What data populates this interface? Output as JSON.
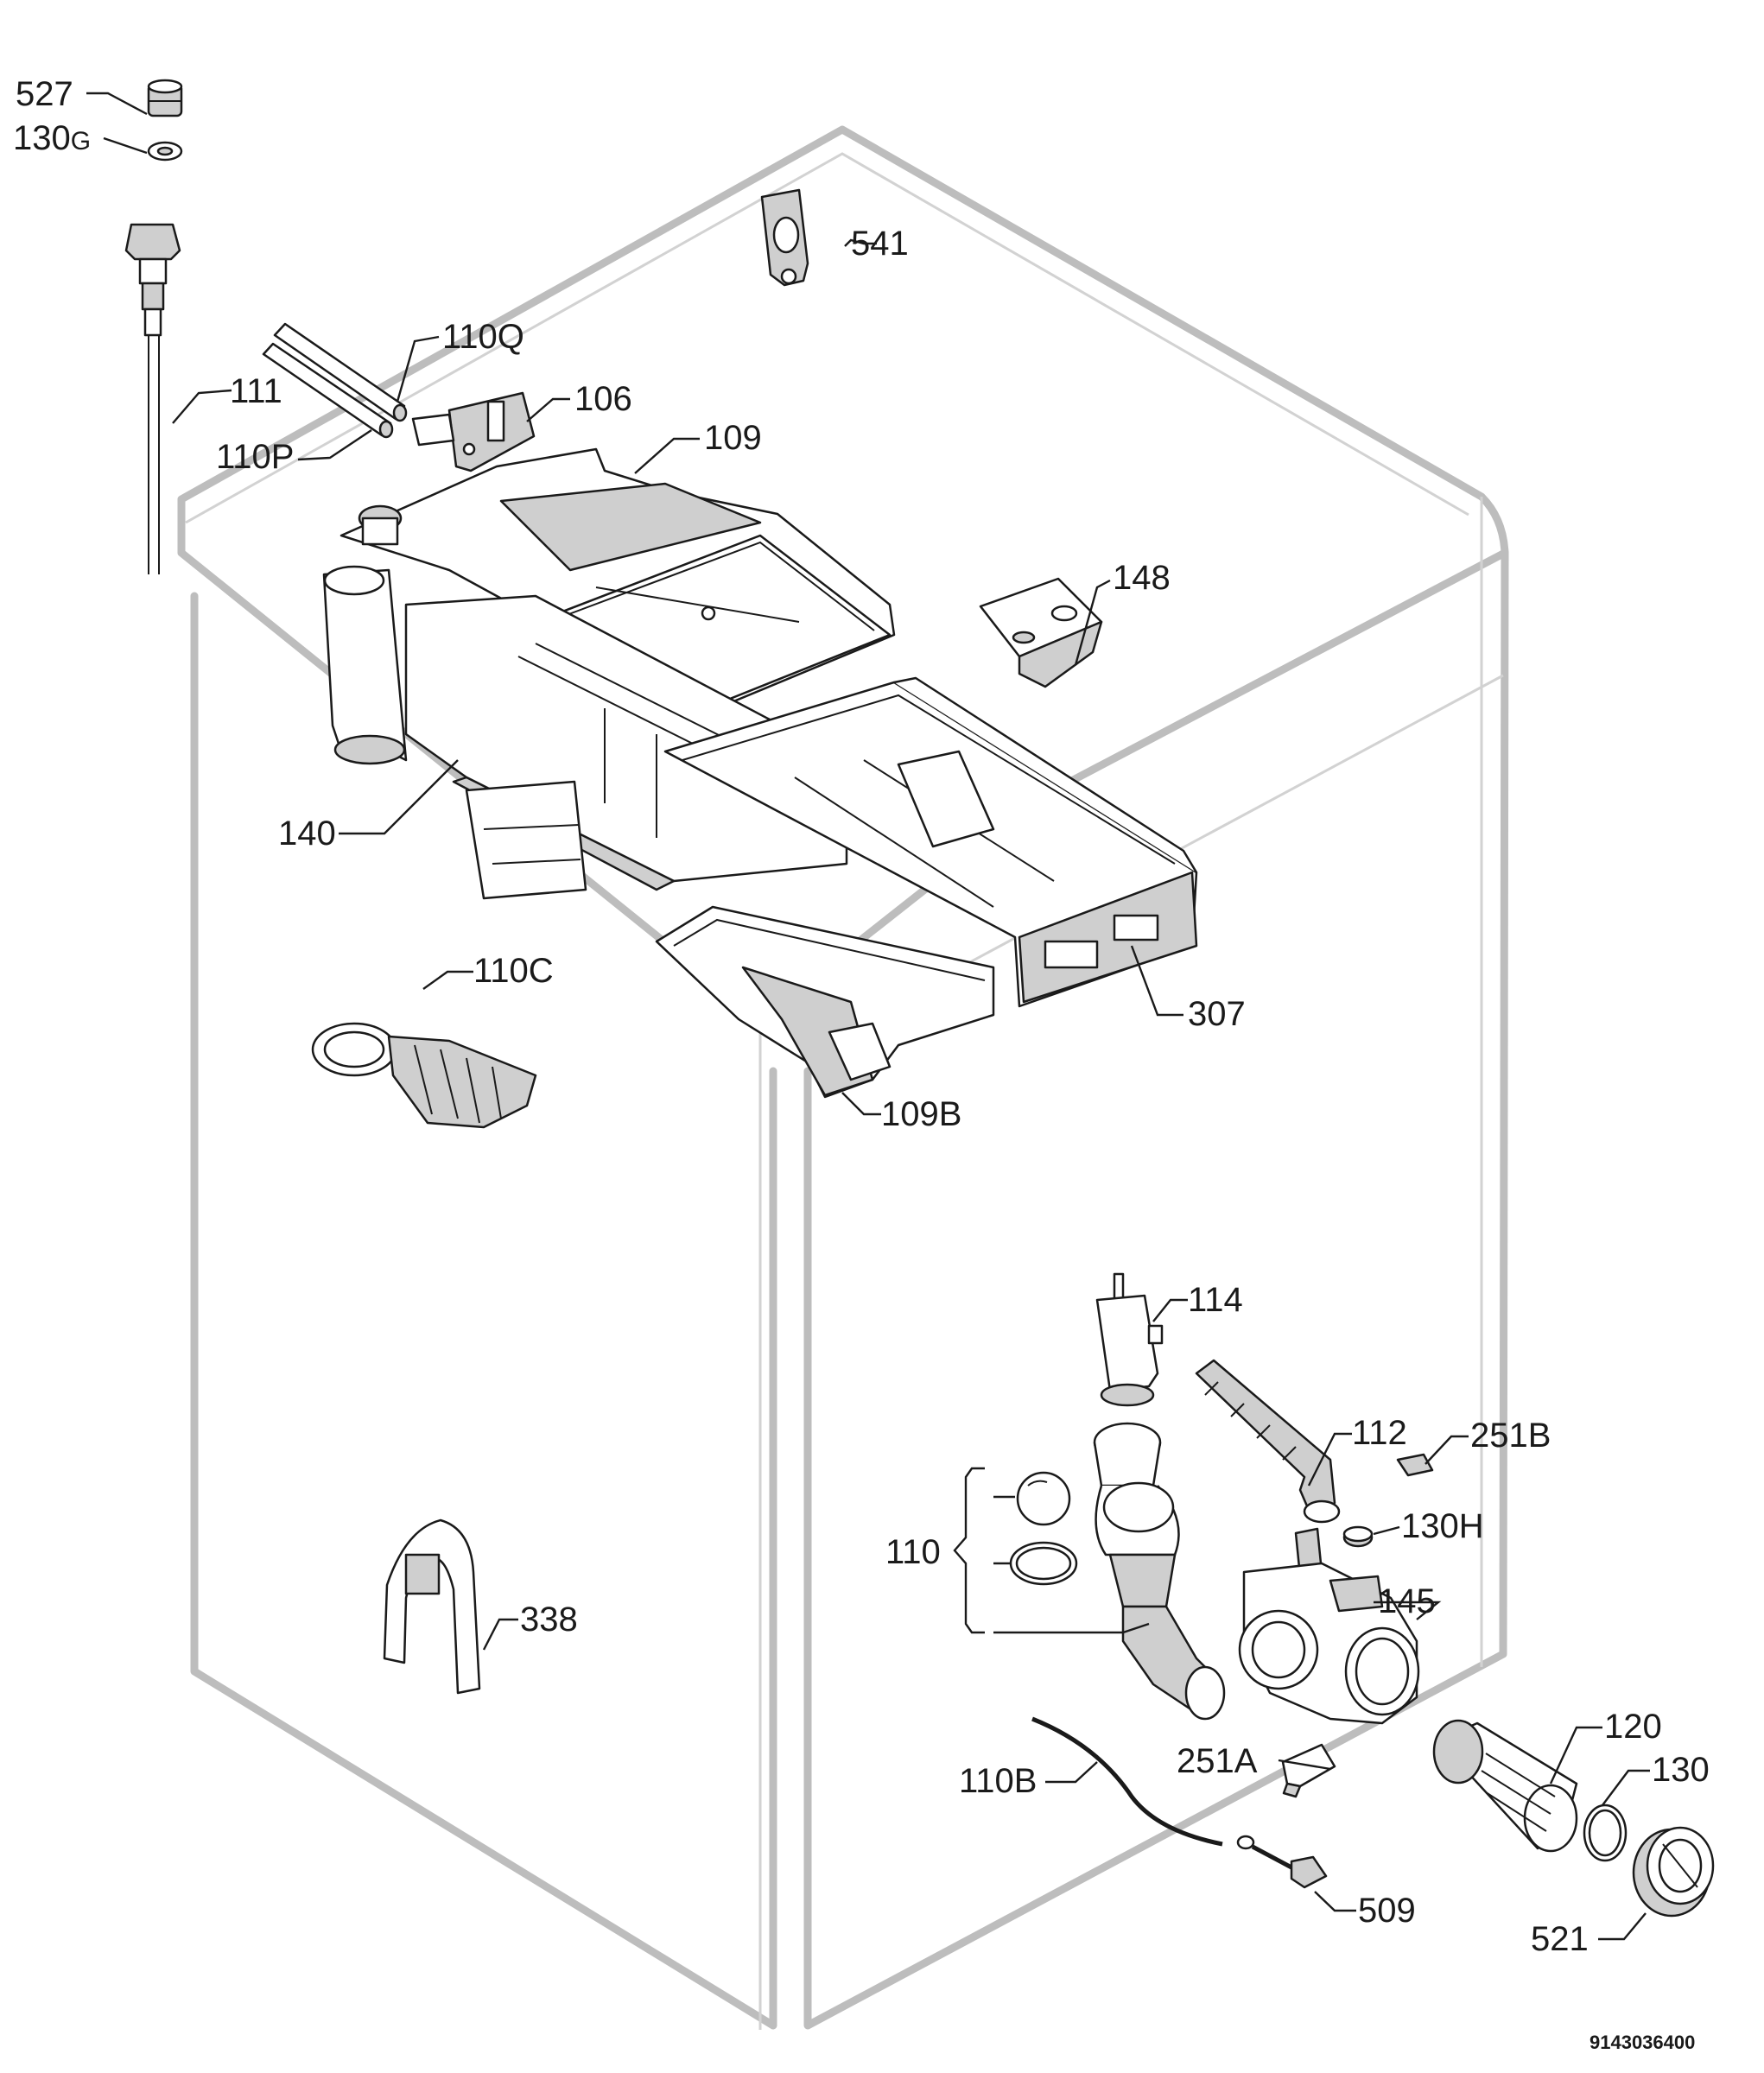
{
  "labels": {
    "p527": "527",
    "p130g": "130",
    "p130g_suffix": "G",
    "p541": "541",
    "p110q": "110Q",
    "p111": "111",
    "p106": "106",
    "p110p": "110P",
    "p109": "109",
    "p148": "148",
    "p140": "140",
    "p110c": "110C",
    "p307": "307",
    "p109b": "109B",
    "p114": "114",
    "p112": "112",
    "p251b": "251B",
    "p110": "110",
    "p130h": "130H",
    "p145": "145",
    "p338": "338",
    "p120": "120",
    "p251a": "251A",
    "p130": "130",
    "p110b": "110B",
    "p509": "509",
    "p521": "521"
  },
  "document_number": "9143036400",
  "colors": {
    "cabinet_outline": "#bdbdbd",
    "line": "#1a1a1a",
    "part_shade": "#cfcfcf"
  }
}
